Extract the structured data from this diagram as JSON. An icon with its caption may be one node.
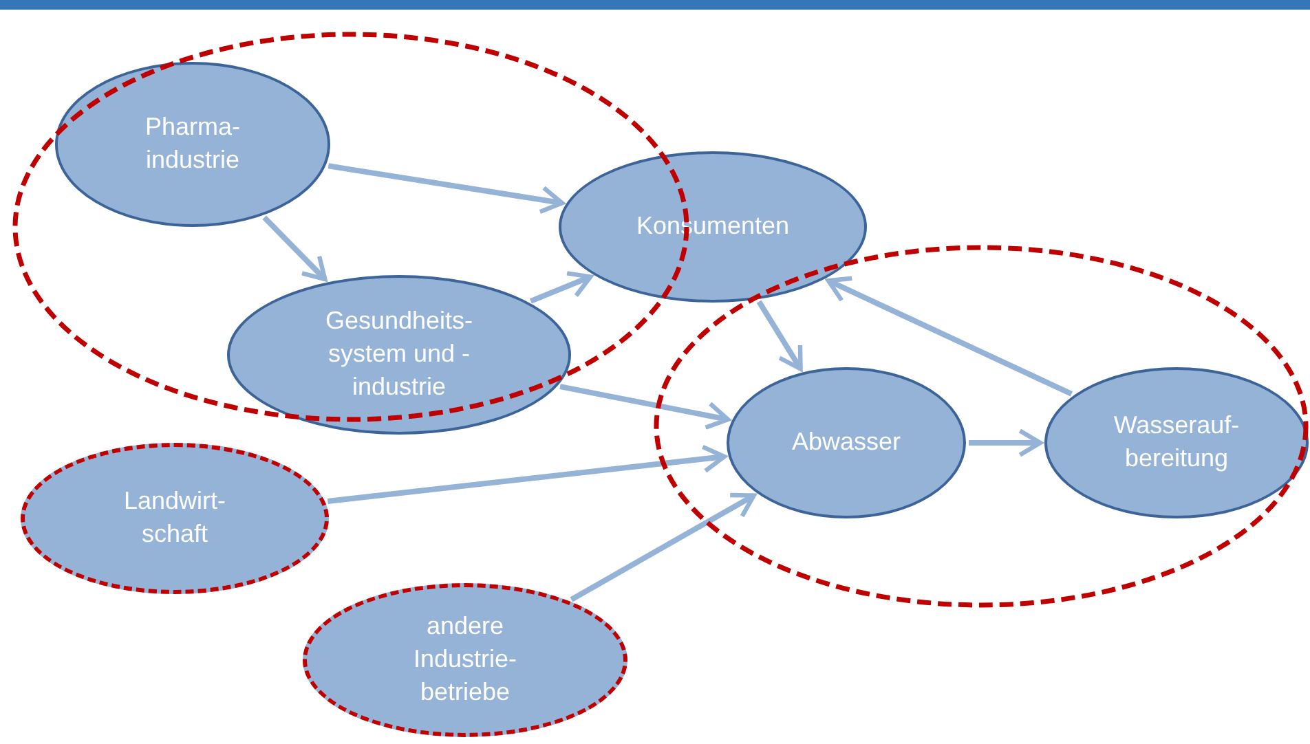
{
  "diagram": {
    "nodes": [
      {
        "text": [
          "Pharma- industrie"
        ]
      },
      {
        "text": [
          "Konsumenten"
        ]
      },
      {
        "text": [
          "Gesundheits- system und - industrie"
        ]
      },
      {
        "text": [
          "Landwirt- schaft"
        ]
      },
      {
        "text": [
          "Abwasser"
        ]
      },
      {
        "text": [
          "Wasserauf- bereitung"
        ]
      },
      {
        "text": [
          "andere Industrie- betriebe"
        ]
      }
    ],
    "edges": [
      {
        "from": 0,
        "to": 1,
        "arrow": "to"
      },
      {
        "from": 0,
        "to": 2,
        "arrow": "to"
      },
      {
        "from": 2,
        "to": 1,
        "arrow": "to"
      },
      {
        "from": 2,
        "to": 4,
        "arrow": "to"
      },
      {
        "from": 1,
        "to": 4,
        "arrow": "to"
      },
      {
        "from": 3,
        "to": 4,
        "arrow": "to"
      },
      {
        "from": 6,
        "to": 4,
        "arrow": "to"
      },
      {
        "from": 4,
        "to": 5,
        "arrow": "to"
      },
      {
        "from": 5,
        "to": 1,
        "arrow": "to"
      }
    ]
  }
}
